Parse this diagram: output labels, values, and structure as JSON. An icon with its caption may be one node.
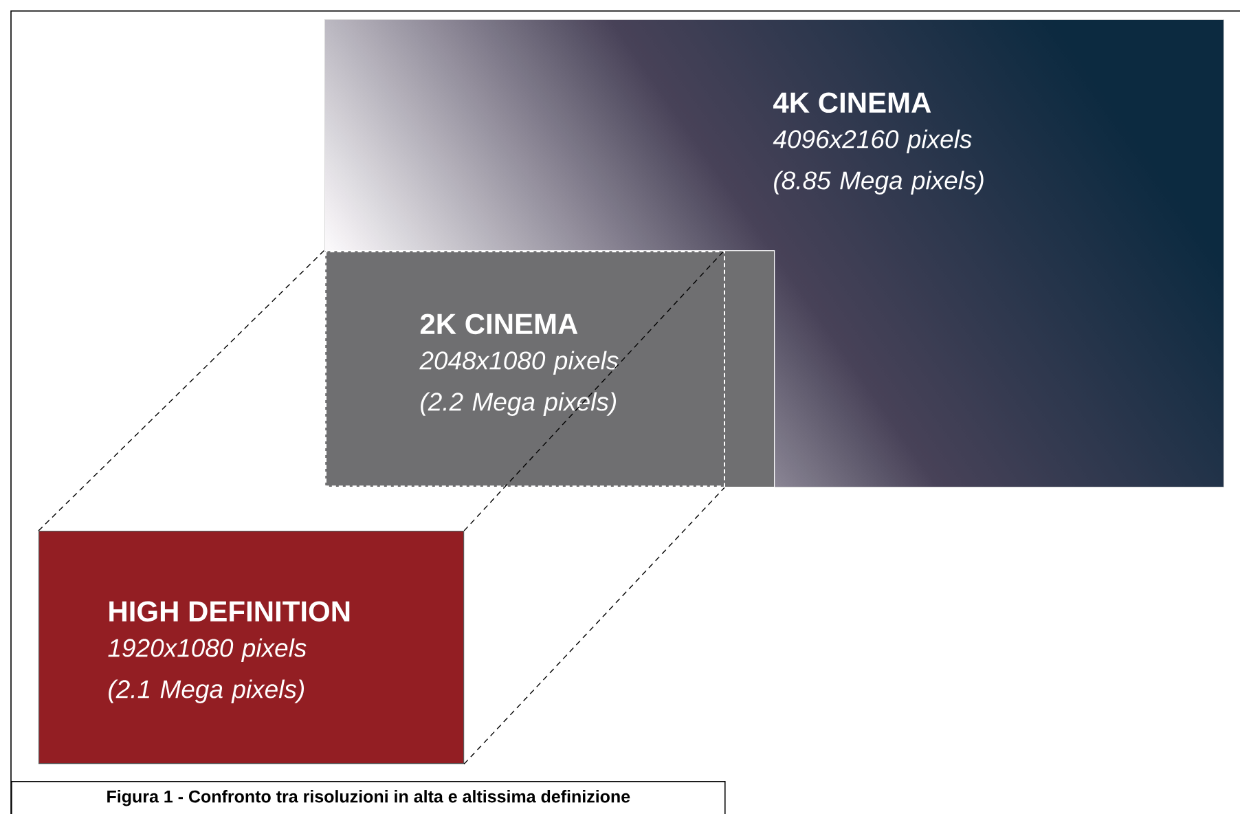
{
  "diagram": {
    "caption": "Figura 1 - Confronto tra risoluzioni in alta e altissima definizione",
    "nodes": [
      {
        "text": [
          "4K CINEMA",
          "4096x2160 pixels (8.85 Mega pixels)"
        ]
      },
      {
        "text": [
          "2K CINEMA",
          "2048x1080 pixels (2.2 Mega pixels)"
        ],
        "in": 0
      },
      {
        "text": [
          "HIGH DEFINITION",
          "1920x1080 pixels (2.1 Mega pixels)"
        ]
      }
    ],
    "edges": [
      {
        "from": 2,
        "to": 1,
        "arrow": "none",
        "style": "dashed"
      },
      {
        "from": 2,
        "to": 1,
        "arrow": "none",
        "style": "dashed"
      },
      {
        "from": 2,
        "to": 1,
        "arrow": "none",
        "style": "dashed"
      }
    ]
  }
}
